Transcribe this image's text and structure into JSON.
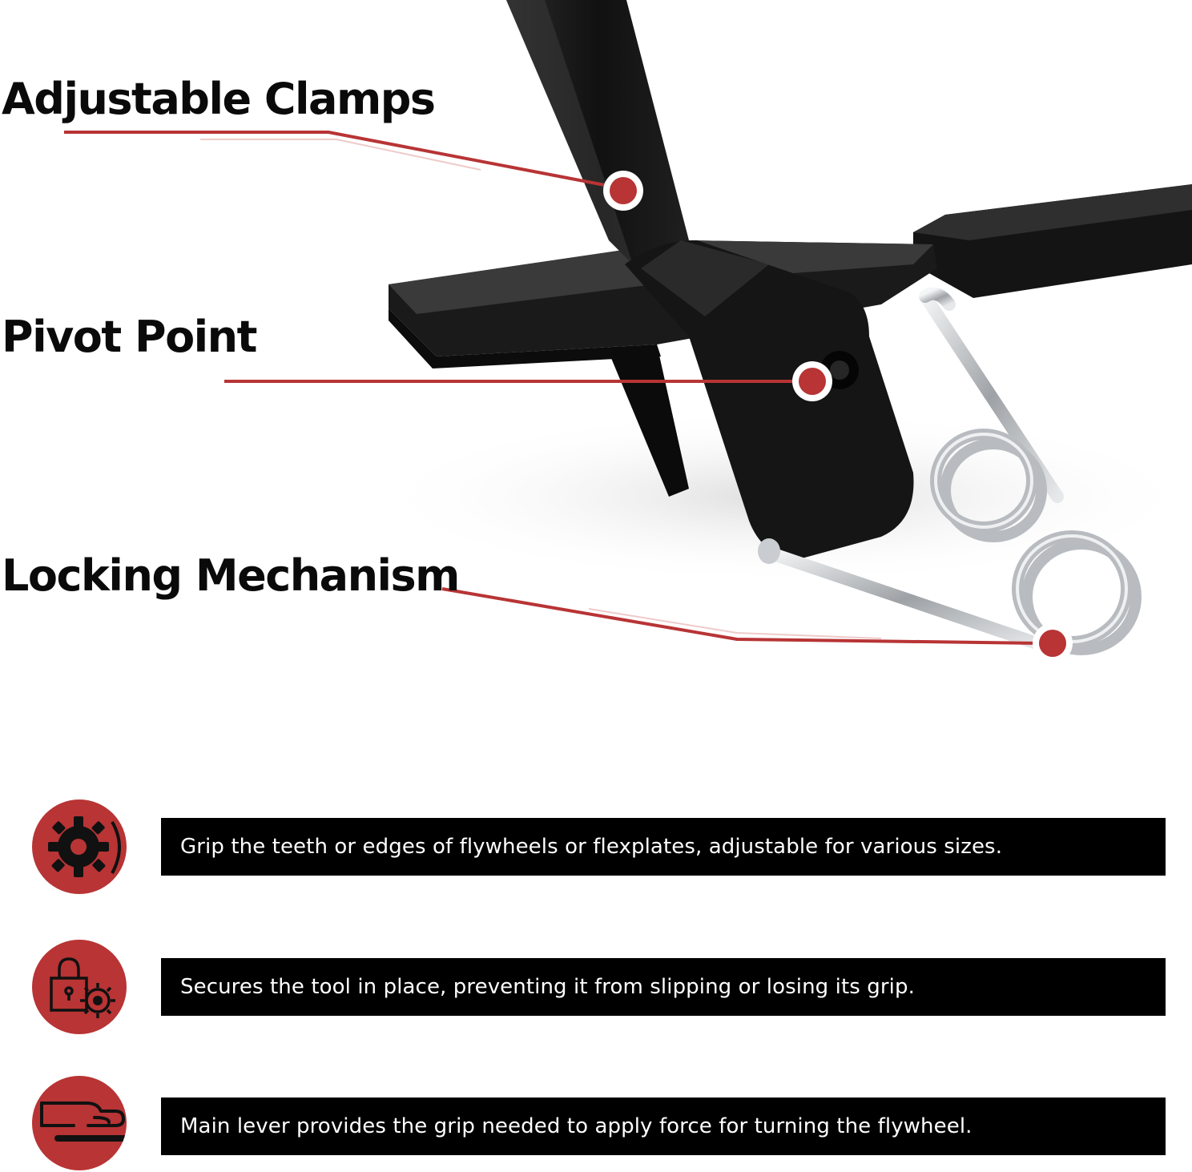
{
  "callouts": {
    "clamps": "Adjustable Clamps",
    "pivot": "Pivot Point",
    "lock": "Locking Mechanism"
  },
  "features": [
    {
      "icon": "gear-grip-icon",
      "text": "Grip the teeth or edges of flywheels or flexplates, adjustable for various sizes."
    },
    {
      "icon": "lock-gear-icon",
      "text": "Secures the tool in place, preventing it from slipping or losing its grip."
    },
    {
      "icon": "hand-lever-icon",
      "text": "Main lever provides the grip needed to apply force for turning the flywheel."
    }
  ],
  "colors": {
    "accent_red": "#b83435",
    "bar_black": "#000000",
    "tool_black": "#151515",
    "spring_silver": "#c9ccd0"
  }
}
